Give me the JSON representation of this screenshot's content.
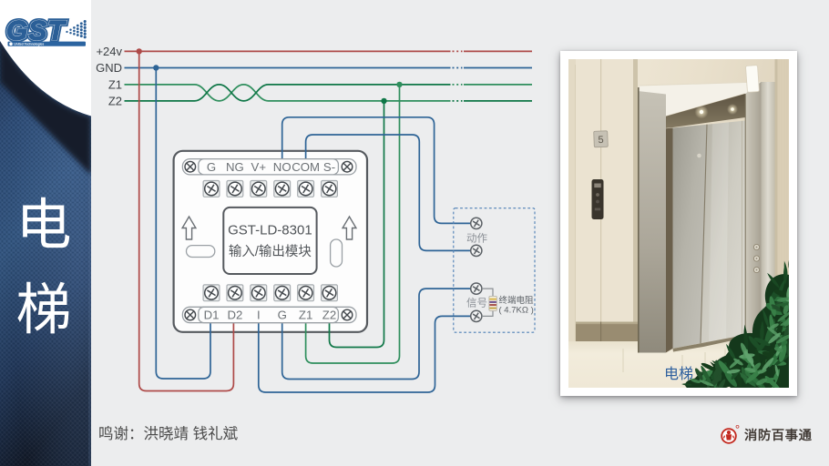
{
  "page": {
    "background": "#ecedee"
  },
  "sidebar": {
    "char1": "电",
    "char2": "梯",
    "logo_text": "GST",
    "logo_tagline": "United Technologies",
    "colors": {
      "panel_blue": "#2c4a74",
      "panel_dark": "#161d2b",
      "logo_blue": "#2b5f97"
    }
  },
  "bus": {
    "labels": [
      "+24v",
      "GND",
      "Z1",
      "Z2"
    ],
    "colors": {
      "p24": "#ae4a48",
      "gnd": "#2e6496",
      "z1": "#2f8f5d",
      "z2": "#0f7747"
    }
  },
  "module": {
    "title": "GST-LD-8301",
    "subtitle": "输入/输出模块",
    "top_terminals": [
      "G",
      "NG",
      "V+",
      "NO",
      "COM",
      "S-"
    ],
    "bottom_terminals": [
      "D1",
      "D2",
      "I",
      "G",
      "Z1",
      "Z2"
    ]
  },
  "terminal_block": {
    "action_label": "动作",
    "signal_label": "信号",
    "resistor_line1": "终端电阻",
    "resistor_line2": "( 4.7KΩ )"
  },
  "photo": {
    "caption": "电梯",
    "floor_sign": "5"
  },
  "footer": {
    "credit": "鸣谢：洪晓靖 钱礼斌",
    "brand": "消防百事通"
  }
}
